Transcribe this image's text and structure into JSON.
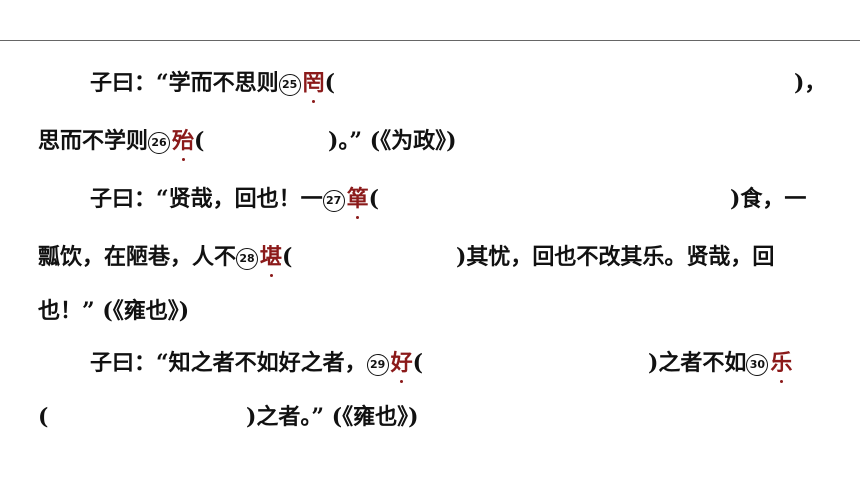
{
  "passage1": {
    "line1_lead": "子曰：“学而不思则",
    "n25": "25",
    "kw25": "罔",
    "open25": "(",
    "close25": ")，",
    "line2_lead": "思而不学则",
    "n26": "26",
    "kw26": "殆",
    "open26": "(",
    "close26": ")。” (《为政》)"
  },
  "passage2": {
    "line1_lead": "子曰：“贤哉，回也！一",
    "n27": "27",
    "kw27": "箪",
    "open27": "(",
    "close27": ")食，一",
    "line2_lead": "瓢饮，在陋巷，人不",
    "n28": "28",
    "kw28": "堪",
    "open28": "(",
    "close28": ")其忧，回也不改其乐。贤哉，回",
    "line3": "也！” (《雍也》)"
  },
  "passage3": {
    "line1_lead": "子曰：“知之者不如好之者，",
    "n29": "29",
    "kw29": "好",
    "open29": "(",
    "close29": ")之者不如",
    "n30": "30",
    "kw30": "乐",
    "line2_open": "(",
    "line2_close": ")之者。” (《雍也》)"
  }
}
